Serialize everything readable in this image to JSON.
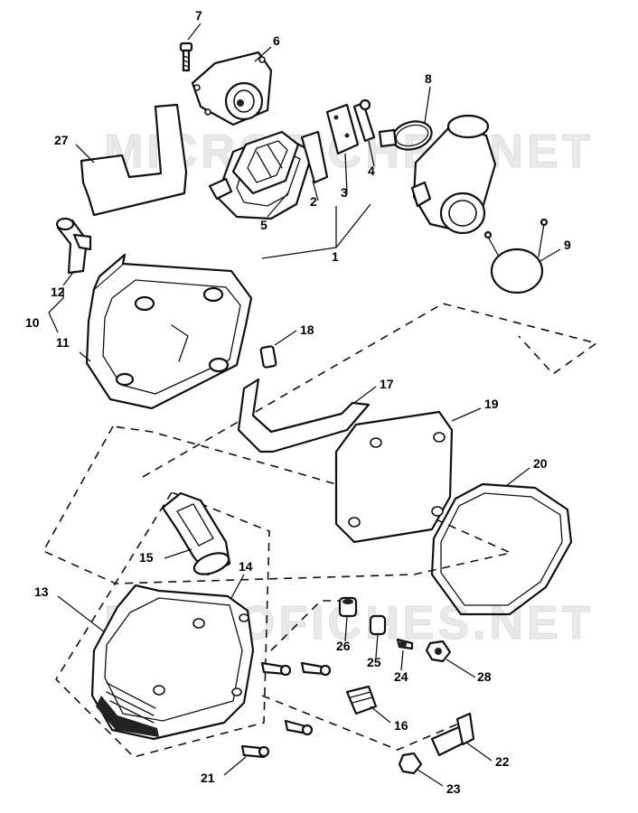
{
  "watermark": "MICROFICHES.NET",
  "part_numbers": [
    "1",
    "2",
    "3",
    "4",
    "5",
    "6",
    "7",
    "8",
    "9",
    "10",
    "11",
    "12",
    "13",
    "14",
    "15",
    "16",
    "17",
    "18",
    "19",
    "20",
    "21",
    "22",
    "23",
    "24",
    "25",
    "26",
    "27",
    "28"
  ]
}
